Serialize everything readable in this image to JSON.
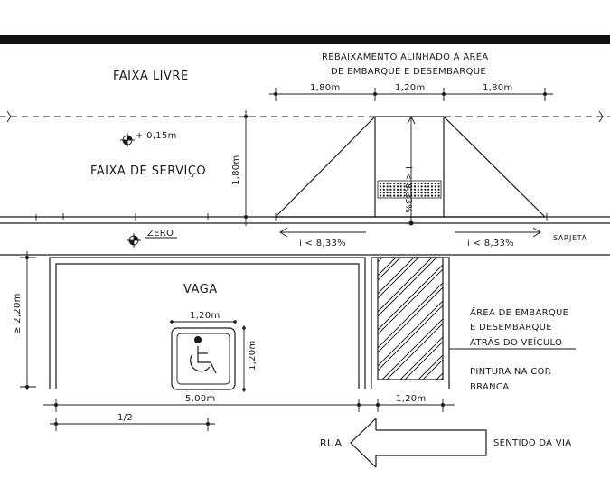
{
  "labels": {
    "faixa_livre": "FAIXA LIVRE",
    "faixa_servico": "FAIXA DE SERVIÇO",
    "rebaixamento_line1": "REBAIXAMENTO ALINHADO À ÁREA",
    "rebaixamento_line2": "DE EMBARQUE E DESEMBARQUE",
    "level_plus": "+ 0,15m",
    "level_zero": "ZERO",
    "sarjeta": "SARJETA",
    "vaga": "VAGA",
    "area_line1": "ÁREA DE EMBARQUE",
    "area_line2": "E DESEMBARQUE",
    "area_line3": "ATRÁS DO VEÍCULO",
    "pintura_line1": "PINTURA NA COR",
    "pintura_line2": "BRANCA",
    "rua": "RUA",
    "sentido": "SENTIDO DA VIA"
  },
  "dimensions": {
    "ramp_left": "1,80m",
    "ramp_center": "1,20m",
    "ramp_right": "1,80m",
    "service_height": "1,80m",
    "slope_left": "i < 8,33%",
    "slope_right": "i < 8,33%",
    "slope_center": "i < 8,33%",
    "vaga_depth": "≥ 2,20m",
    "symbol_width": "1,20m",
    "symbol_height": "1,20m",
    "vaga_length": "5,00m",
    "half": "1/2",
    "area_width": "1,20m"
  },
  "icons": {
    "accessibility": "wheelchair-icon",
    "level_marker": "level-marker-icon",
    "direction": "arrow-left-icon"
  }
}
